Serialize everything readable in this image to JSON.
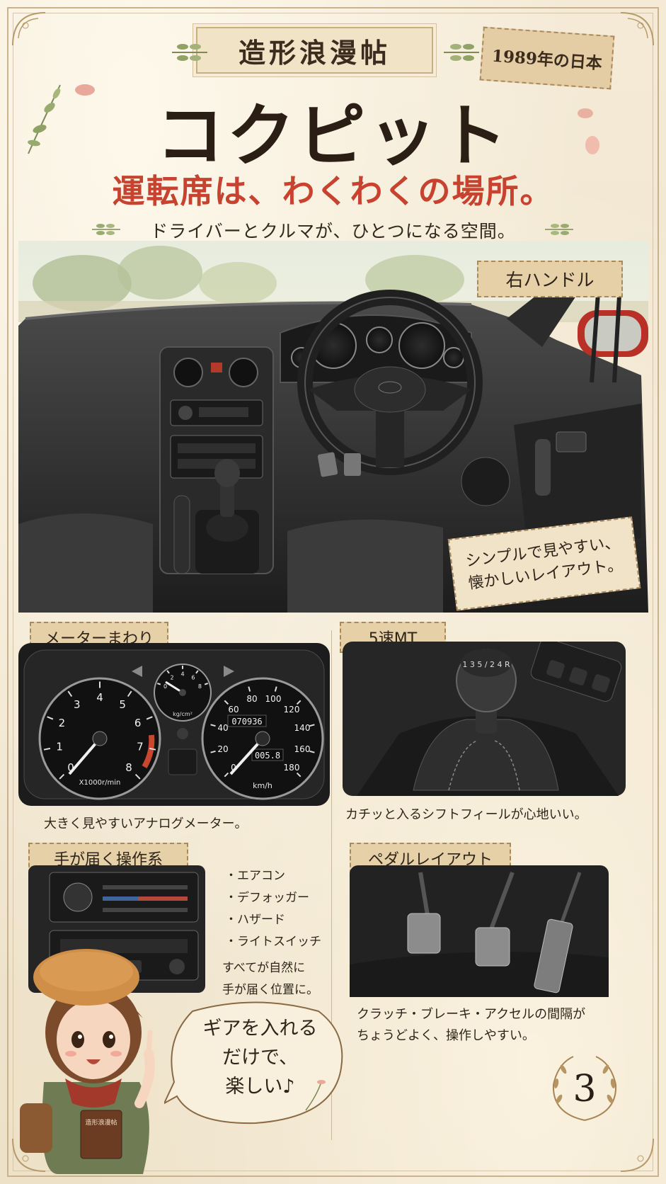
{
  "header": {
    "series_title": "造形浪漫帖",
    "year_tag": "1989年の日本",
    "main_title": "コクピット",
    "subtitle": "運転席は、わくわくの場所。",
    "tagline": "ドライバーとクルマが、ひとつになる空間。"
  },
  "hero": {
    "tag": "右ハンドル",
    "note_line1": "シンプルで見やすい、",
    "note_line2": "懐かしいレイアウト。"
  },
  "panels": {
    "meter": {
      "tag": "メーターまわり",
      "caption": "大きく見やすいアナログメーター。",
      "tach_numbers": [
        "0",
        "1",
        "2",
        "3",
        "4",
        "5",
        "6",
        "7",
        "8"
      ],
      "tach_unit": "X1000r/min",
      "speed_numbers": [
        "0",
        "20",
        "40",
        "60",
        "80",
        "100",
        "120",
        "140",
        "160",
        "180"
      ],
      "odometer": "070936",
      "trip": "005.8",
      "speed_unit": "km/h",
      "oil_unit": "kg/cm²",
      "oil_numbers": [
        "0",
        "2",
        "4",
        "6",
        "8"
      ]
    },
    "shift": {
      "tag": "5速MT",
      "caption": "カチッと入るシフトフィールが心地いい。",
      "knob_pattern": "1 3 5 / 2 4 R"
    },
    "controls": {
      "tag": "手が届く操作系",
      "items": [
        "・エアコン",
        "・デフォッガー",
        "・ハザード",
        "・ライトスイッチ"
      ],
      "note_line1": "すべてが自然に",
      "note_line2": "手が届く位置に。"
    },
    "pedals": {
      "tag": "ペダルレイアウト",
      "caption_line1": "クラッチ・ブレーキ・アクセルの間隔が",
      "caption_line2": "ちょうどよく、操作しやすい。"
    }
  },
  "character": {
    "book_title": "造形浪漫帖",
    "speech_line1": "ギアを入れる",
    "speech_line2": "だけで、",
    "speech_line3": "楽しい♪"
  },
  "page_number": "3",
  "colors": {
    "paper": "#efe4cf",
    "accent_red": "#c8432f",
    "ink": "#2b1f15",
    "tag_fill": "#e6d0a7"
  }
}
